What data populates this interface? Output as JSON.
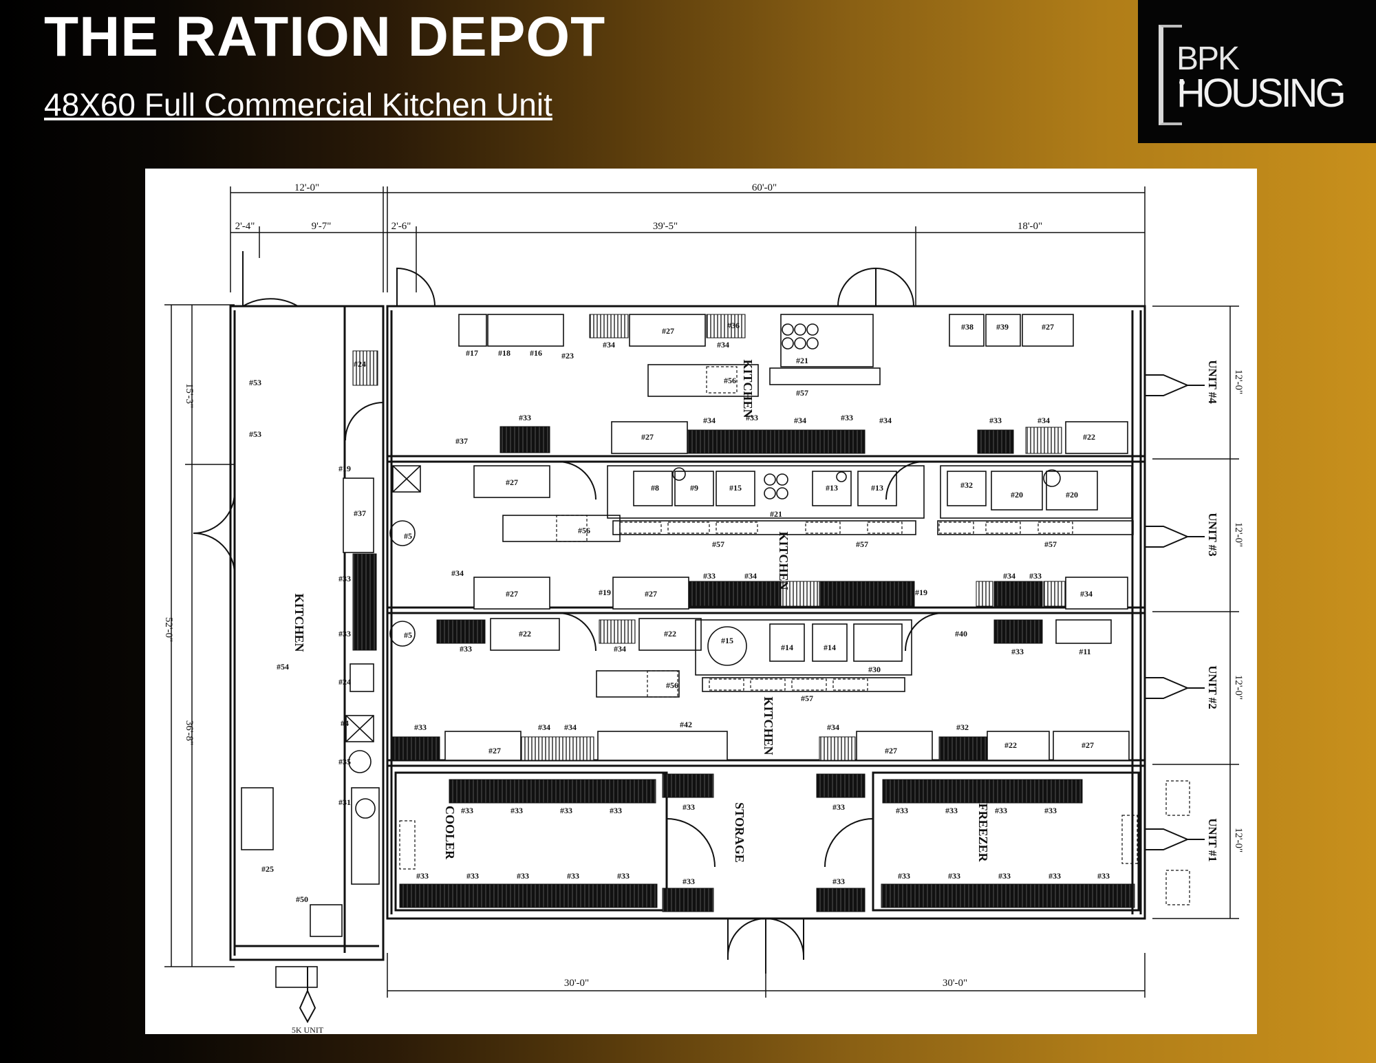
{
  "header": {
    "title": "THE RATION DEPOT",
    "subtitle": "48X60 Full Commercial Kitchen Unit"
  },
  "logo": {
    "line1": "BPK",
    "line2": "HOUSING"
  },
  "colors": {
    "gradient_left": "#000000",
    "gradient_right": "#c8901c",
    "logo_bg": "#050505",
    "text": "#ffffff"
  },
  "floorplan": {
    "dimensions": {
      "left_width": "12'-0\"",
      "right_width": "60'-0\"",
      "left_a": "2'-4\"",
      "left_b": "9'-7\"",
      "mid_a": "2'-6\"",
      "mid_b": "39'-5\"",
      "mid_c": "18'-0\"",
      "overall_height": "52'-0\"",
      "upper_left_height": "15'-3\"",
      "lower_left_height": "36'-8\"",
      "unit_height": "12'-0\"",
      "bottom_left": "30'-0\"",
      "bottom_right": "30'-0\""
    },
    "rooms": {
      "kitchen": "KITCHEN",
      "cooler": "COOLER",
      "storage": "STORAGE",
      "freezer": "FREEZER"
    },
    "units": [
      "UNIT #4",
      "UNIT #3",
      "UNIT #2",
      "UNIT #1"
    ],
    "tags": {
      "t33": "#33",
      "t34": "#34",
      "t27": "#27",
      "t22": "#22",
      "t57": "#57",
      "t15": "#15",
      "t13": "#13",
      "t14": "#14",
      "t21": "#21",
      "t20": "#20",
      "t9": "#9",
      "t8": "#8",
      "t11": "#11",
      "t42": "#42",
      "t32": "#32",
      "t37": "#37",
      "t36": "#36",
      "t56": "#56",
      "t17": "#17",
      "t18": "#18",
      "t16": "#16",
      "t23": "#23",
      "t4": "#4",
      "t24": "#24",
      "t31": "#31",
      "t35": "#35",
      "t19": "#19",
      "t50": "#50",
      "t54": "#54",
      "t53": "#53",
      "t25": "#25",
      "t5": "#5",
      "t40": "#40",
      "t30": "#30",
      "t39": "#39",
      "t38": "#38"
    },
    "bottom_note": "5K UNIT"
  }
}
